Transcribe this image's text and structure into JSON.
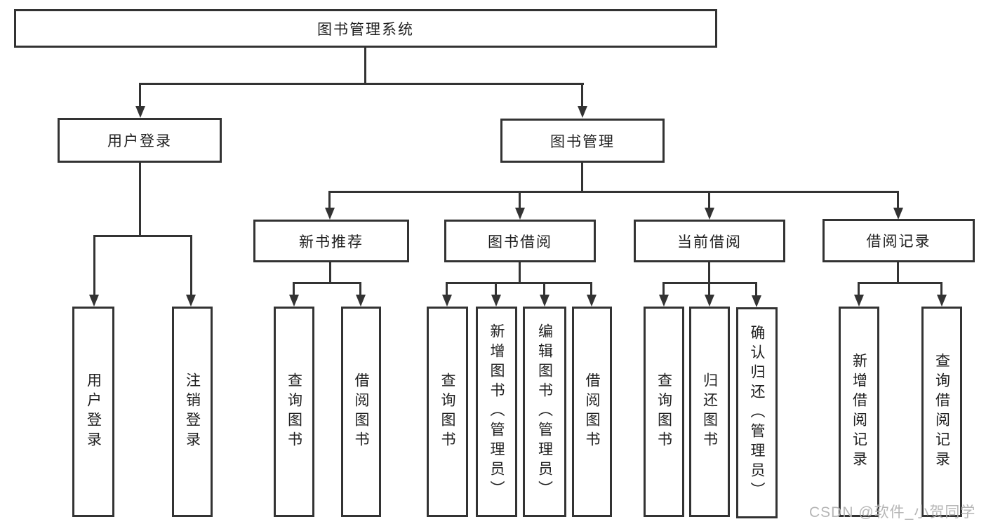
{
  "tree": {
    "root": {
      "label": "图书管理系统",
      "children": [
        {
          "label": "用户登录",
          "children": [
            {
              "label": "用户登录"
            },
            {
              "label": "注销登录"
            }
          ]
        },
        {
          "label": "图书管理",
          "children": [
            {
              "label": "新书推荐",
              "children": [
                {
                  "label": "查询图书"
                },
                {
                  "label": "借阅图书"
                }
              ]
            },
            {
              "label": "图书借阅",
              "children": [
                {
                  "label": "查询图书"
                },
                {
                  "label": "新增图书（管理员）"
                },
                {
                  "label": "编辑图书（管理员）"
                },
                {
                  "label": "借阅图书"
                }
              ]
            },
            {
              "label": "当前借阅",
              "children": [
                {
                  "label": "查询图书"
                },
                {
                  "label": "归还图书"
                },
                {
                  "label": "确认归还（管理员）"
                }
              ]
            },
            {
              "label": "借阅记录",
              "children": [
                {
                  "label": "新增借阅记录"
                },
                {
                  "label": "查询借阅记录"
                }
              ]
            }
          ]
        }
      ]
    }
  },
  "watermark": {
    "text": "CSDN @软件_小贺同学"
  },
  "colors": {
    "line": "#333333",
    "text": "#1f1f1f",
    "background": "#ffffff",
    "watermark": "#b2b2b2"
  }
}
